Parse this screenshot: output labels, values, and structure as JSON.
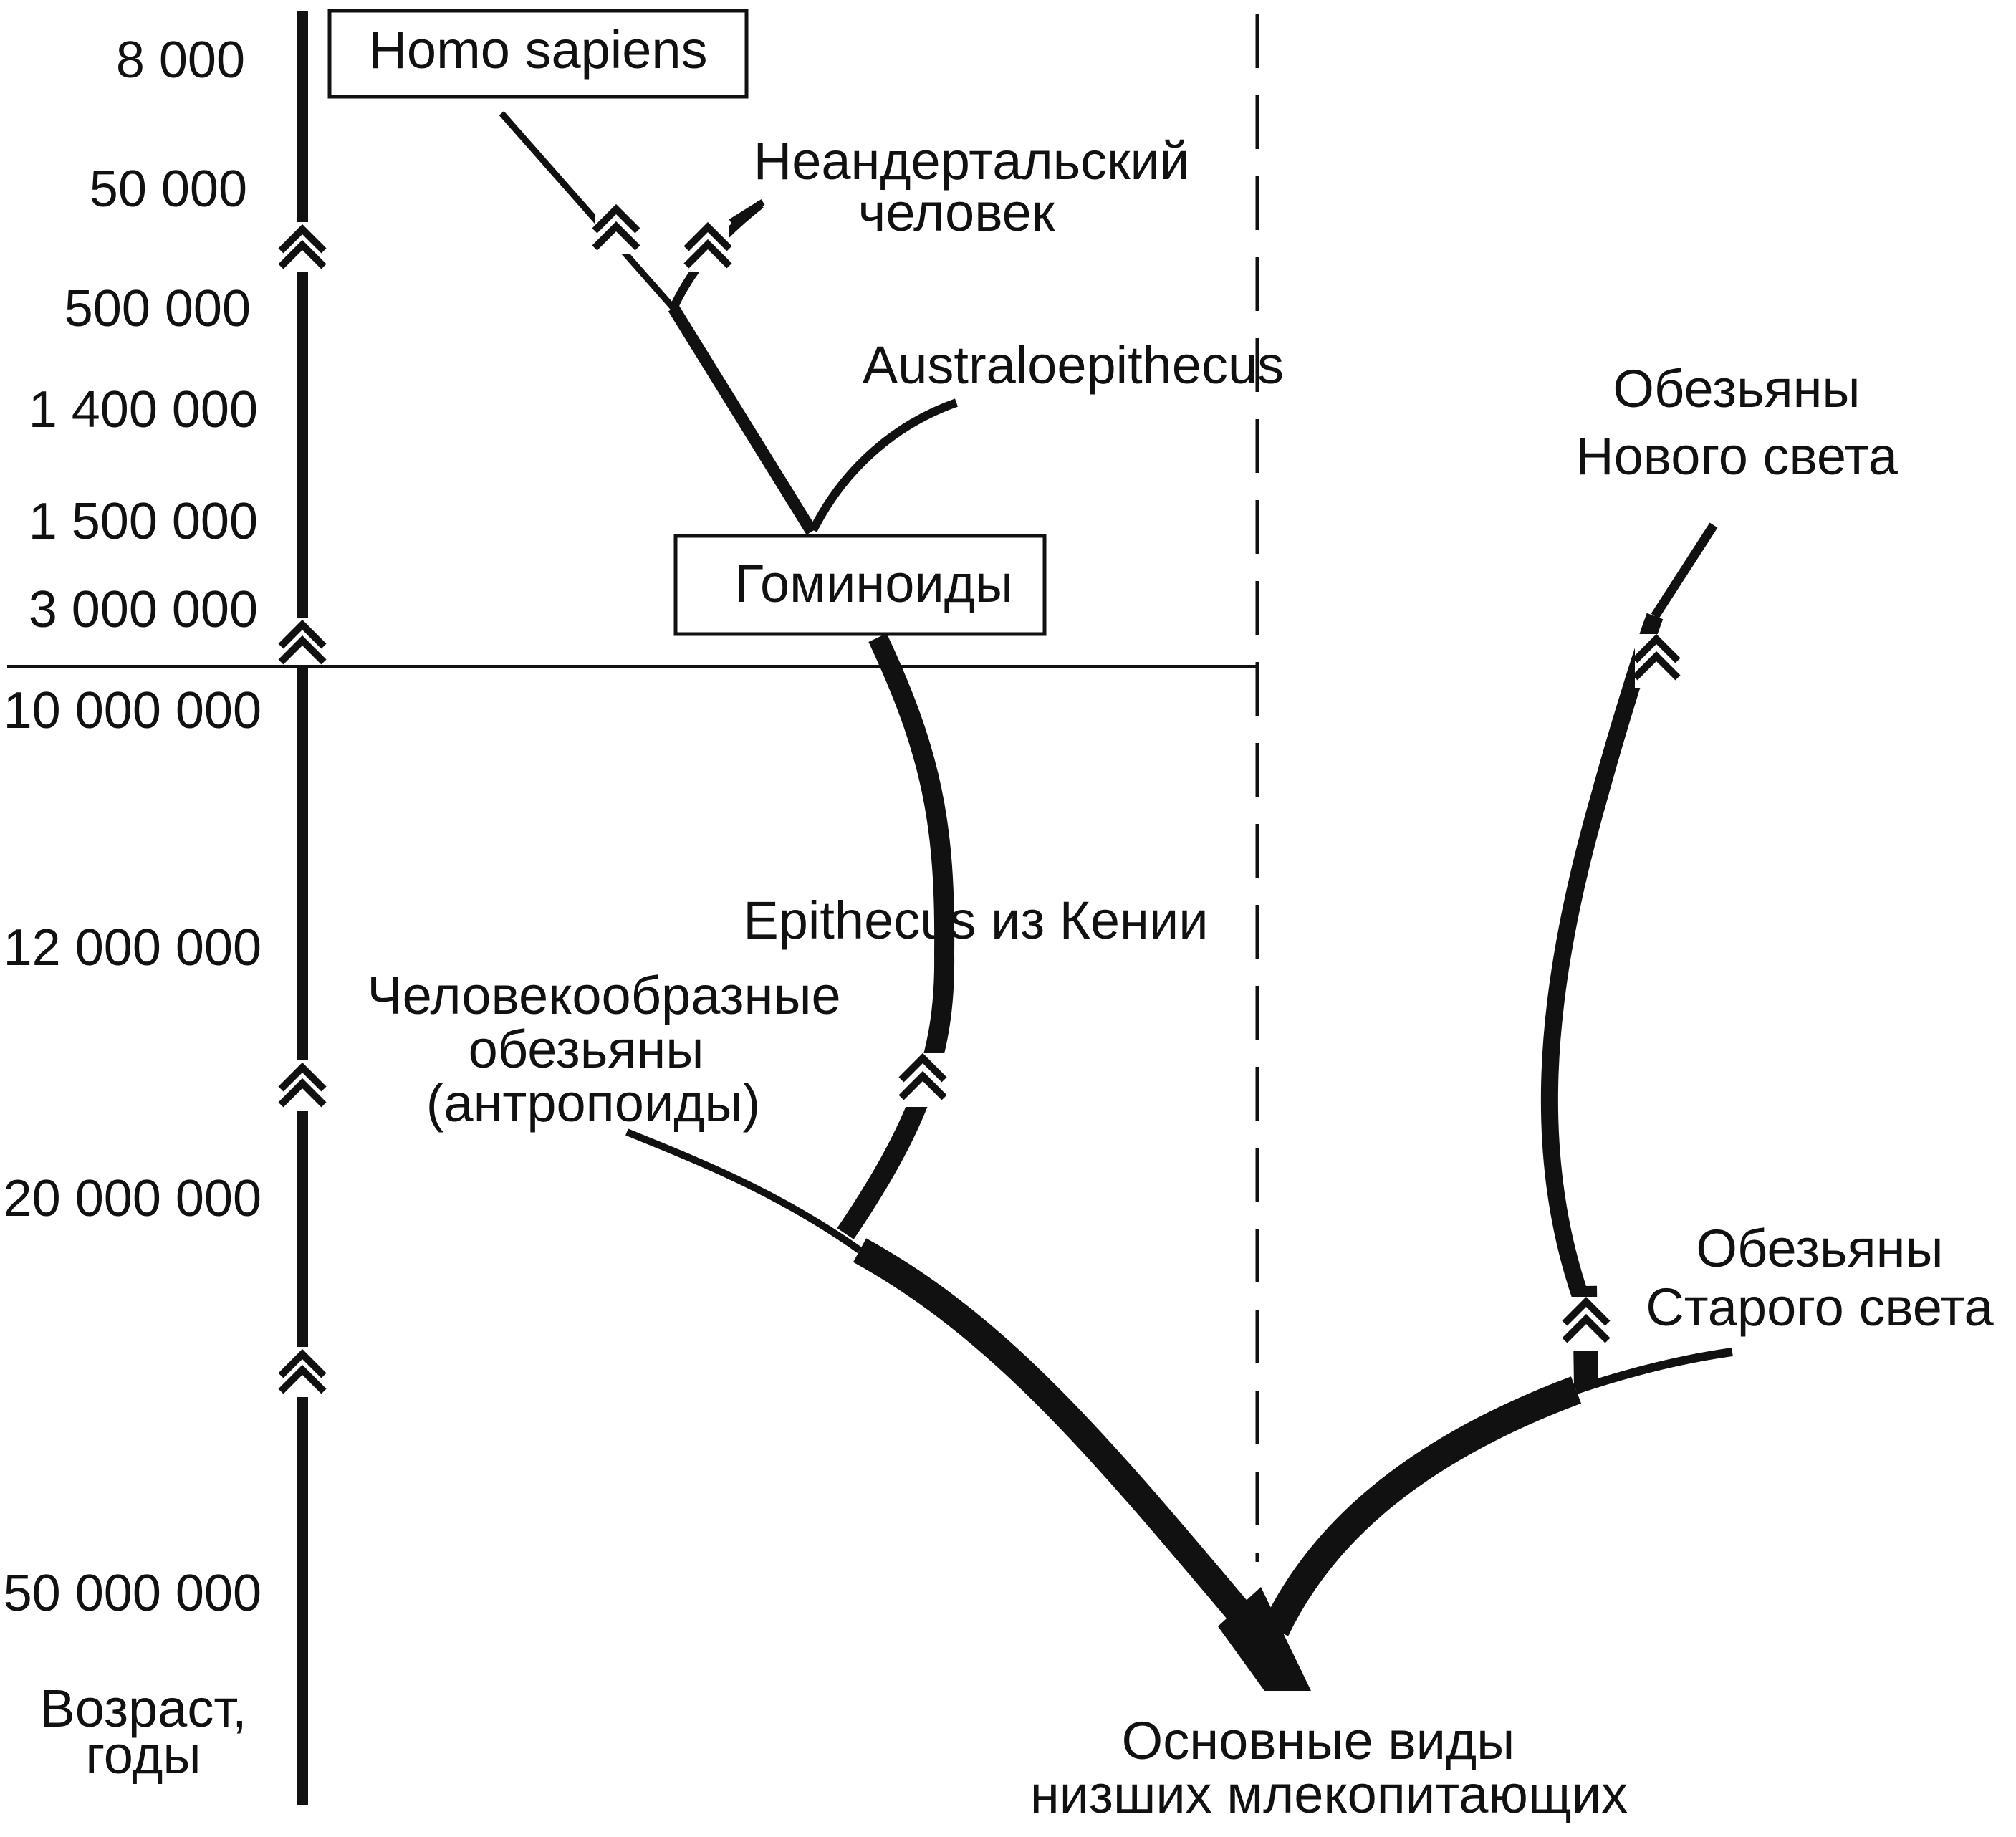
{
  "age_axis": {
    "ticks": [
      "8 000",
      "50 000",
      "500 000",
      "1 400 000",
      "1 500 000",
      "3 000 000",
      "10 000 000",
      "12 000 000",
      "20 000 000",
      "50 000 000"
    ],
    "title_line1": "Возраст,",
    "title_line2": "годы"
  },
  "nodes": {
    "homo_sapiens": "Homo sapiens",
    "neanderthal_line1": "Неандертальский",
    "neanderthal_line2": "человек",
    "australopithecus": "Australoepithecus",
    "hominoids": "Гоминоиды",
    "epithecus": "Epithecus из Кении",
    "anthropoids_line1": "Человекообразные",
    "anthropoids_line2": "обезьяны",
    "anthropoids_line3": "(антропоиды)",
    "new_world_line1": "Обезьяны",
    "new_world_line2": "Нового света",
    "old_world_line1": "Обезьяны",
    "old_world_line2": "Старого света",
    "root_line1": "Основные виды",
    "root_line2": "низших млекопитающих"
  },
  "colors": {
    "ink": "#111111",
    "paper": "#ffffff"
  }
}
